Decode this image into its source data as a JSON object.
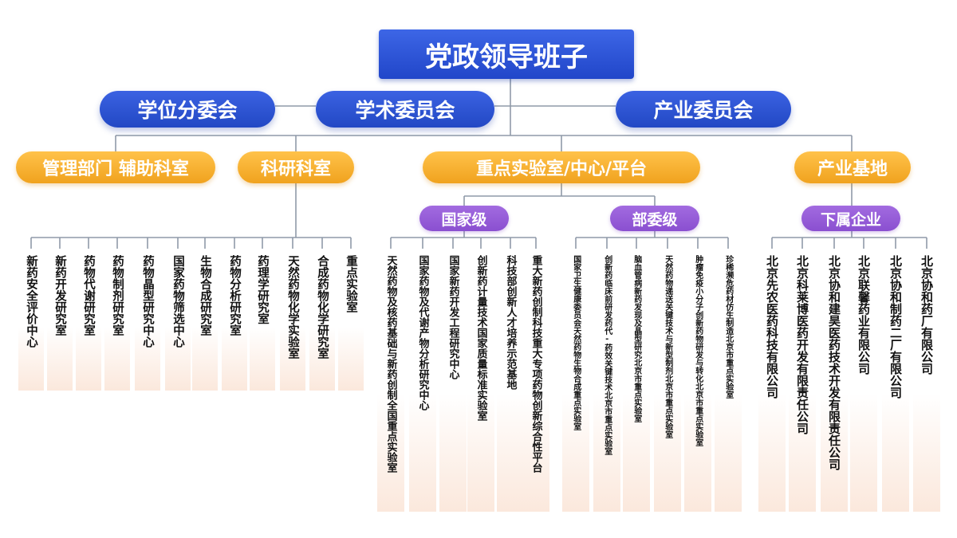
{
  "top": {
    "label": "党政领导班子"
  },
  "committees": [
    {
      "label": "学位分委会"
    },
    {
      "label": "学术委员会"
    },
    {
      "label": "产业委员会"
    }
  ],
  "divisions": [
    {
      "label": "管理部门 辅助科室"
    },
    {
      "label": "科研科室"
    },
    {
      "label": "重点实验室/中心/平台"
    },
    {
      "label": "产业基地"
    }
  ],
  "subgroups": [
    {
      "label": "国家级"
    },
    {
      "label": "部委级"
    },
    {
      "label": "下属企业"
    }
  ],
  "research_rooms": [
    "新药安全评价中心",
    "新药开发研究室",
    "药物代谢研究室",
    "药物制剂研究室",
    "药物晶型研究中心",
    "国家药物筛选中心",
    "生物合成研究室",
    "药物分析研究室",
    "药理学研究室",
    "天然药物化学实验室",
    "合成药物化学研究室",
    "重点实验室"
  ],
  "national_labs": [
    "天然药物及核药基础与新药创制全国重点实验室",
    "国家药物及代谢产物分析研究中心",
    "国家新药开发工程研究中心",
    "创新药计量技术国家质量标准实验室",
    "科技部创新人才培养示范基地",
    "重大新药创制科技重大专项药物创新综合性平台"
  ],
  "ministry_labs": [
    "国家卫生健康委员会天然药物生物合成重点实验室",
    "创新药临床前研发药代-药效关键技术北京市重点实验室",
    "脑血管病新药发现及晶型研究北京市重点实验室",
    "天然药物递送关键技术与新型制剂北京市重点实验室",
    "肿瘤免疫小分子创新药物研发与转化北京市重点实验室",
    "珍稀濒危药材仿生制造北京市重点实验室"
  ],
  "companies": [
    "北京先农医药科技有限公司",
    "北京科莱博医药开发有限责任公司",
    "北京协和建昊医药技术开发有限责任公司",
    "北京联馨药业有限公司",
    "北京协和制药二厂有限公司",
    "北京协和药厂有限公司"
  ],
  "colors": {
    "blue": "#2a4fd3",
    "orange": "#f5aa2a",
    "purple": "#9358d6",
    "line": "#8f9aa8",
    "leaf_bg_bottom": "#fbe8dc"
  }
}
